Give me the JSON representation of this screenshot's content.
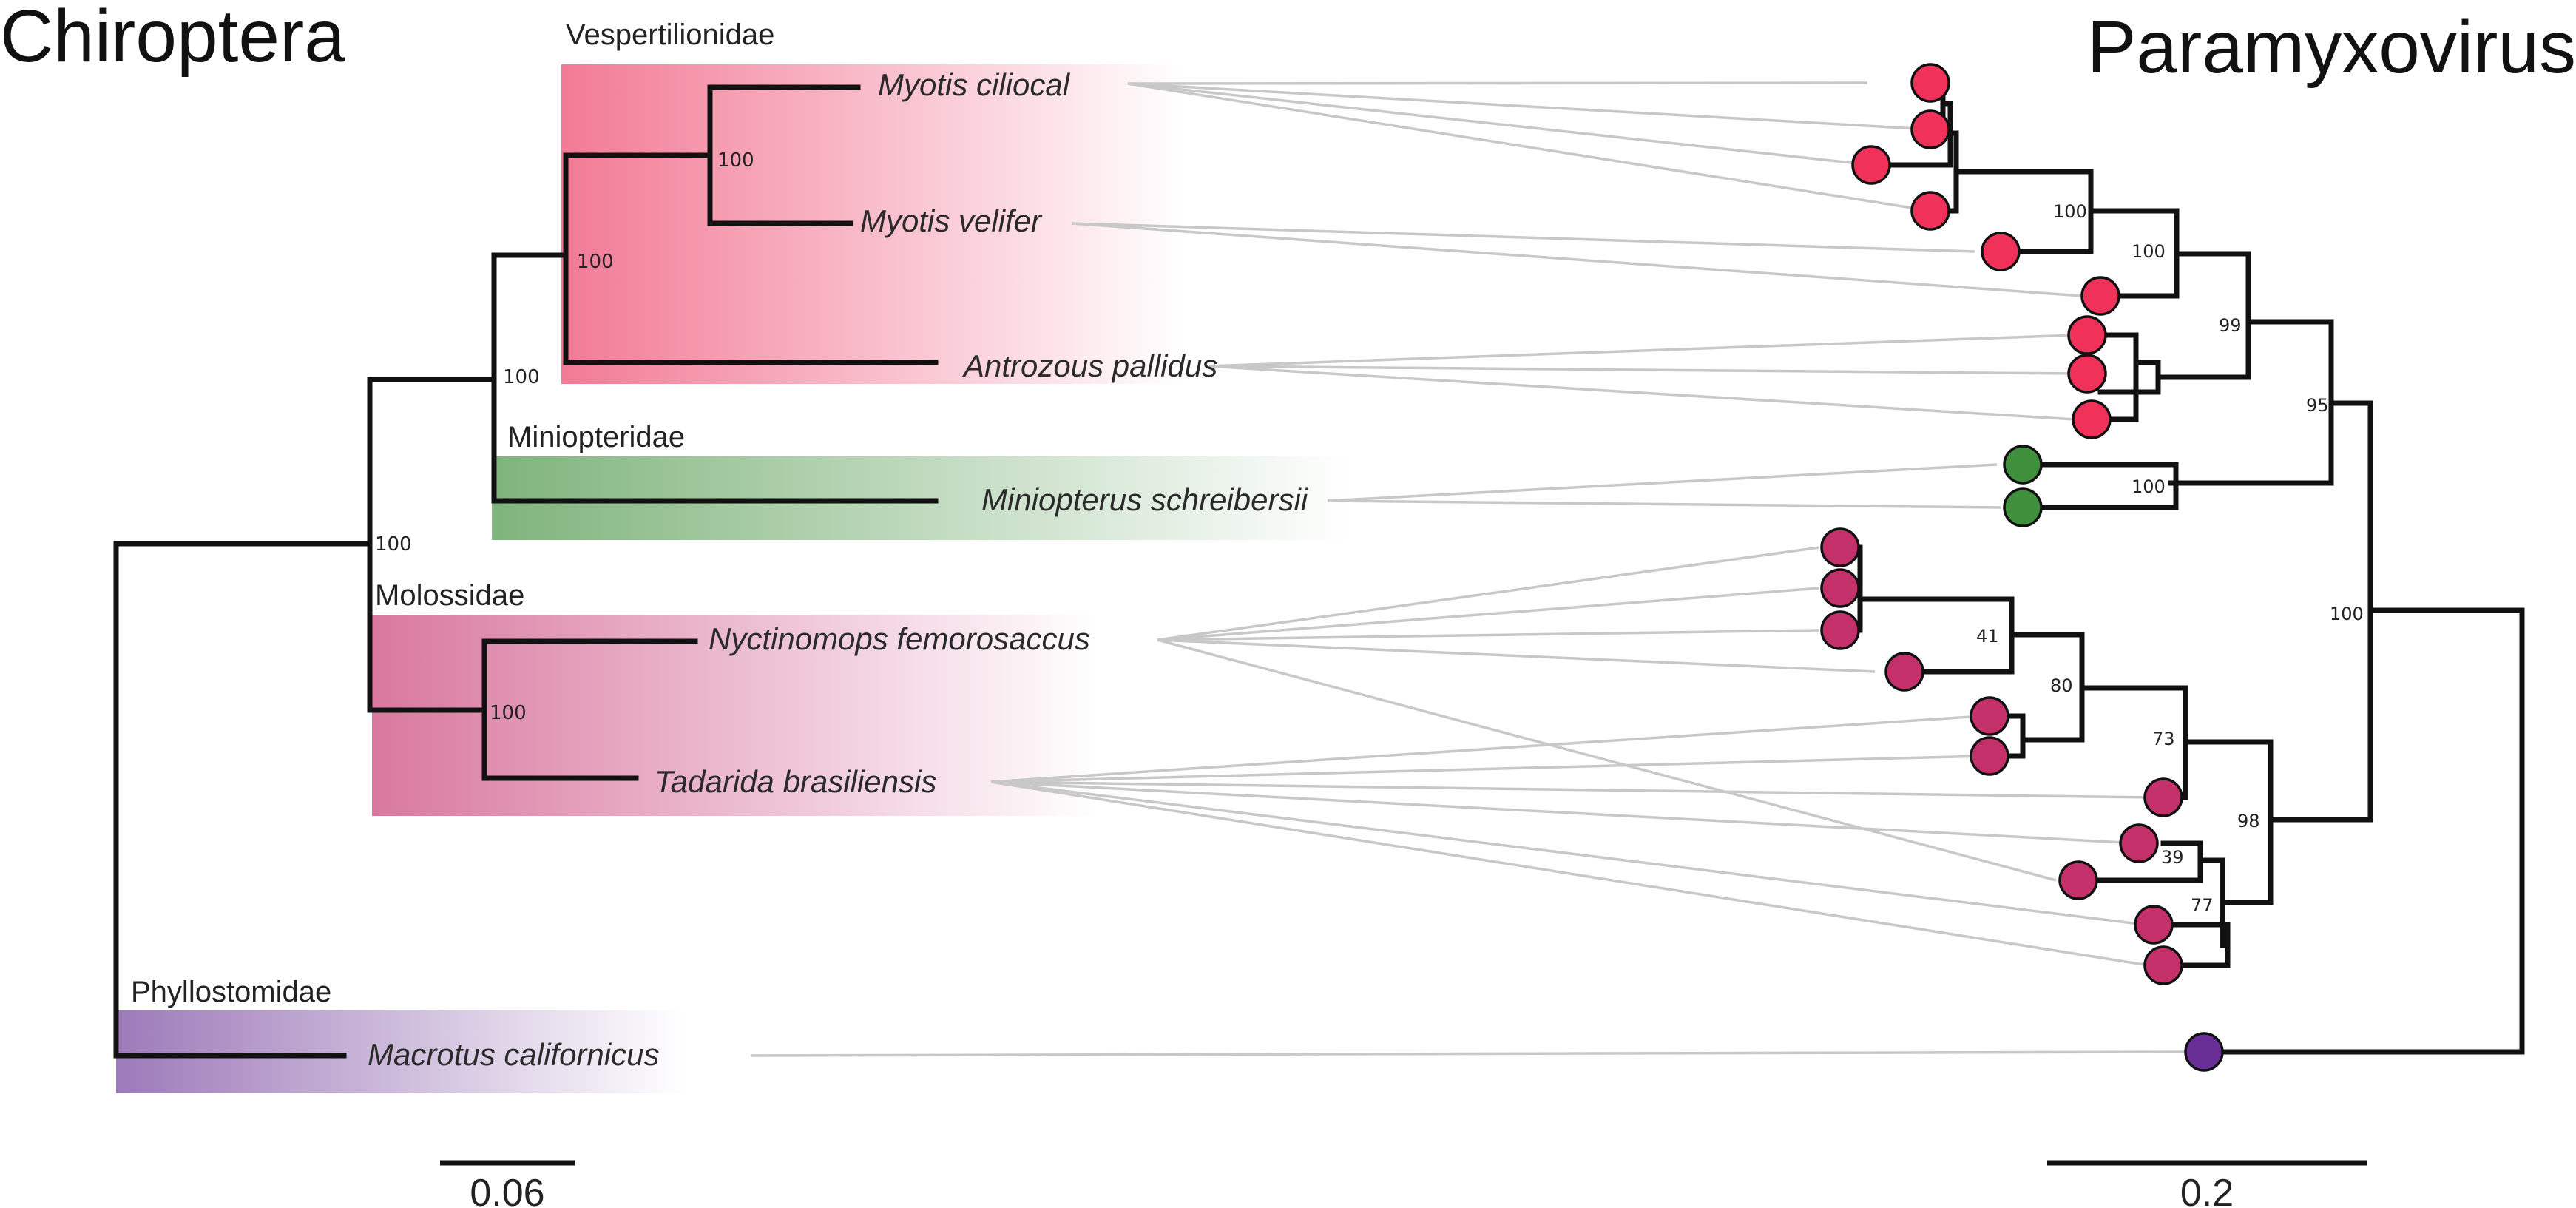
{
  "titles": {
    "host": "Chiroptera",
    "virus": "Paramyxovirus"
  },
  "families": {
    "vespertilionidae": "Vespertilionidae",
    "miniopteridae": "Miniopteridae",
    "molossidae": "Molossidae",
    "phyllostomidae": "Phyllostomidae"
  },
  "taxa": {
    "myotis_ciliocal": "Myotis ciliocal",
    "myotis_velifer": "Myotis velifer",
    "antrozous_pallidus": "Antrozous pallidus",
    "miniopterus_schreibersii": "Miniopterus schreibersii",
    "nyctinomops_femorosaccus": "Nyctinomops femorosaccus",
    "tadarida_brasiliensis": "Tadarida brasiliensis",
    "macrotus_californicus": "Macrotus californicus"
  },
  "host_support": {
    "myotis_clade": "100",
    "vespertilionid_clade": "100",
    "vesper_mini_clade": "100",
    "root_inner": "100",
    "molossid_clade": "100"
  },
  "virus_support": {
    "n100a": "100",
    "n100b": "100",
    "n99": "99",
    "n95": "95",
    "n100c": "100",
    "n100d": "100",
    "n41": "41",
    "n80": "80",
    "n73": "73",
    "n98": "98",
    "n39": "39",
    "n77": "77"
  },
  "scale_bars": {
    "host": "0.06",
    "virus": "0.2"
  },
  "colors": {
    "vespertilionidae": "#f0315a",
    "miniopteridae": "#3f8f3c",
    "molossidae": "#c4306a",
    "phyllostomidae": "#6a2f96",
    "links": "#c8c8c8",
    "branches": "#111111"
  }
}
